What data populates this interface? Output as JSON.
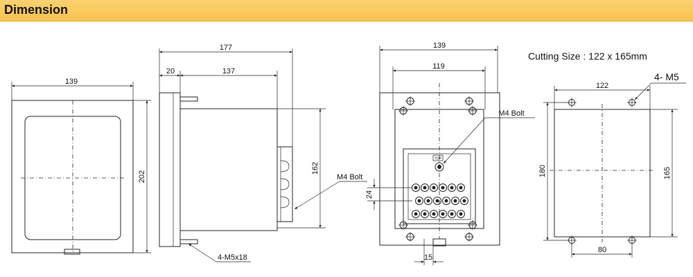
{
  "header": {
    "title": "Dimension"
  },
  "front_view": {
    "width_label": "139",
    "height_label": "202"
  },
  "side_view": {
    "total_label": "177",
    "front_label": "20",
    "body_label": "137",
    "height_label": "162",
    "bolt_label": "M4 Bolt",
    "mount_label": "4-M5x18"
  },
  "rear_view": {
    "outer_label": "139",
    "inner_label": "119",
    "bolt_label": "M4 Bolt",
    "pitch_label": "24",
    "bottom_label": "15",
    "tag_label": "TOP"
  },
  "cutout": {
    "title": "Cutting Size  :  122 x 165mm",
    "hole_label": "4- M5",
    "width_label": "122",
    "height_outer_label": "180",
    "height_inner_label": "165",
    "bottom_label": "80"
  }
}
